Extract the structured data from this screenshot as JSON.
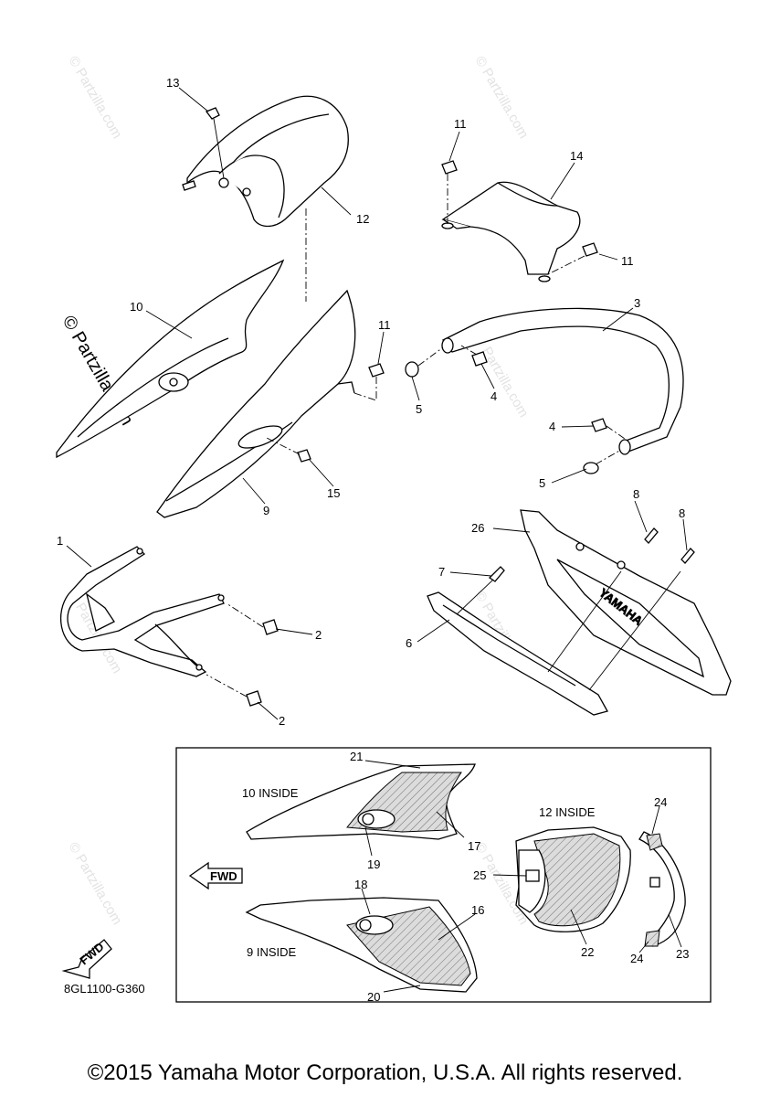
{
  "watermark_small": "© Partzilla.com",
  "watermark_big": "© Partzilla.com",
  "callouts": {
    "c1": "1",
    "c2a": "2",
    "c2b": "2",
    "c3": "3",
    "c4a": "4",
    "c4b": "4",
    "c5a": "5",
    "c5b": "5",
    "c6": "6",
    "c7": "7",
    "c8a": "8",
    "c8b": "8",
    "c9": "9",
    "c10": "10",
    "c11a": "11",
    "c11b": "11",
    "c11c": "11",
    "c12": "12",
    "c13": "13",
    "c14": "14",
    "c15": "15",
    "c16": "16",
    "c17": "17",
    "c18": "18",
    "c19": "19",
    "c20": "20",
    "c21": "21",
    "c22": "22",
    "c23": "23",
    "c24a": "24",
    "c24b": "24",
    "c25": "25",
    "c26": "26"
  },
  "inset": {
    "label_10": "10 INSIDE",
    "label_9": "9 INSIDE",
    "label_12": "12 INSIDE",
    "fwd": "FWD"
  },
  "fwd_iso": "FWD",
  "brand_on_part": "YAMAHA",
  "diagram_code": "8GL1100-G360",
  "footer": "©2015 Yamaha Motor Corporation, U.S.A. All rights reserved."
}
